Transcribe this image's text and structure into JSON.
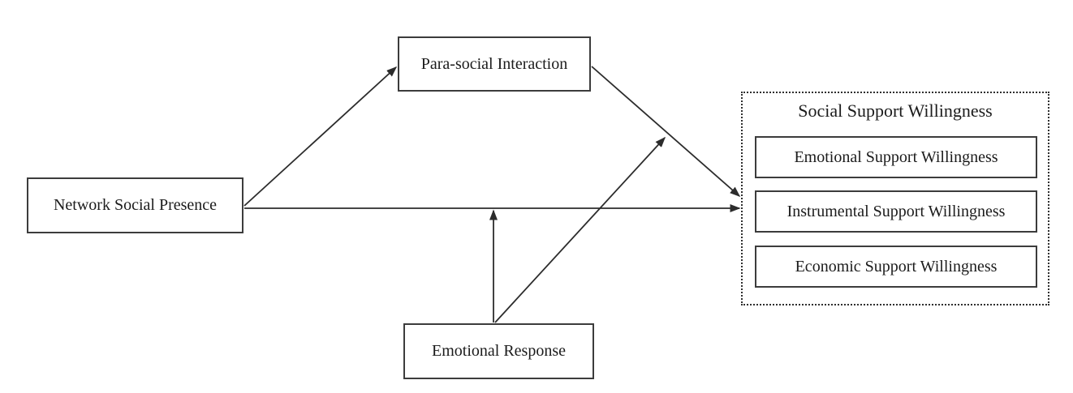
{
  "diagram": {
    "background_color": "#ffffff",
    "line_color": "#2c2c2c",
    "border_color": "#3c3c3c",
    "text_color": "#1b1b1b",
    "nodes": {
      "network_social_presence": {
        "label": "Network Social Presence"
      },
      "para_social_interaction": {
        "label": "Para-social Interaction"
      },
      "emotional_response": {
        "label": "Emotional Response"
      },
      "social_support_willingness": {
        "title": "Social Support Willingness",
        "items": [
          {
            "label": "Emotional Support Willingness"
          },
          {
            "label": "Instrumental Support Willingness"
          },
          {
            "label": "Economic Support Willingness"
          }
        ]
      }
    },
    "edges": [
      {
        "from": "Network Social Presence",
        "to": "Para-social Interaction",
        "type": "direct"
      },
      {
        "from": "Para-social Interaction",
        "to": "Social Support Willingness",
        "type": "direct"
      },
      {
        "from": "Network Social Presence",
        "to": "Social Support Willingness",
        "type": "direct"
      },
      {
        "from": "Emotional Response",
        "to": "path Network Social Presence to Social Support Willingness",
        "type": "moderation"
      },
      {
        "from": "Emotional Response",
        "to": "path Para-social Interaction to Social Support Willingness",
        "type": "moderation"
      }
    ]
  }
}
